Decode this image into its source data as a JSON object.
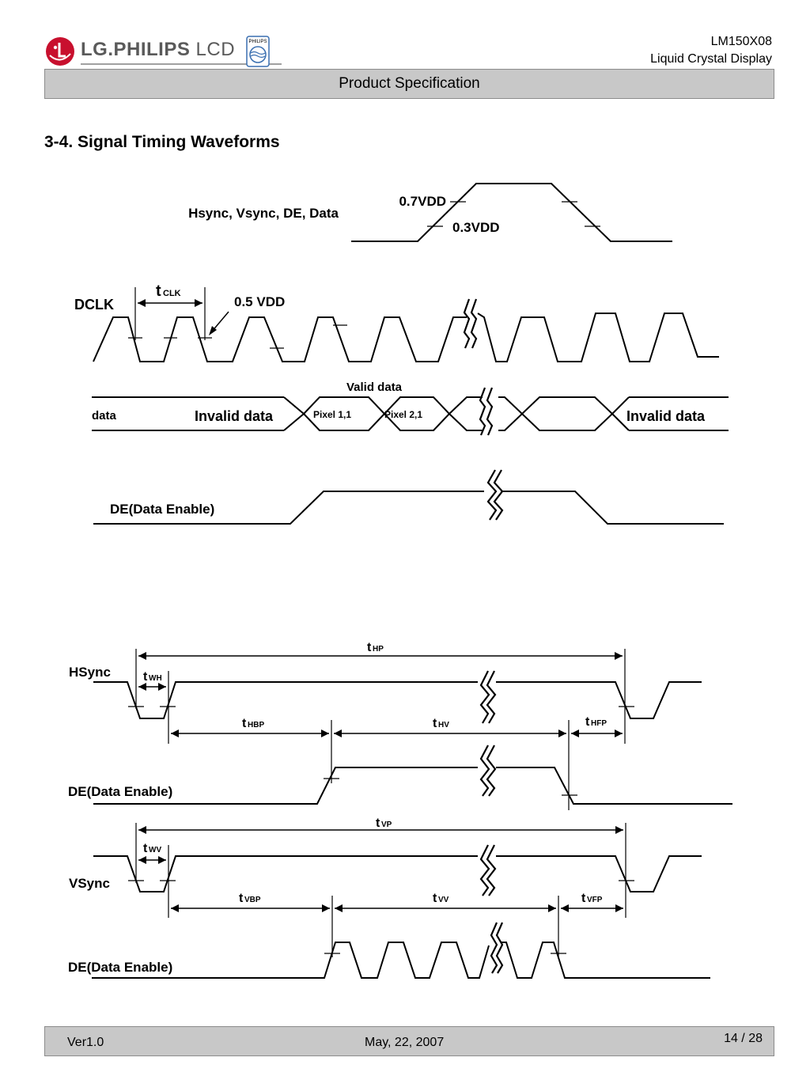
{
  "header": {
    "brand": "LG.PHILIPS LCD",
    "brand_bold": "LG.PHILIPS",
    "brand_light": "LCD",
    "partner_badge": "PHILIPS",
    "model": "LM150X08",
    "product_type": "Liquid Crystal Display",
    "doc_title": "Product Specification"
  },
  "section_title": "3-4. Signal Timing Waveforms",
  "diagram": {
    "level_signal_label": "Hsync, Vsync, DE, Data",
    "vdd_high": "0.7VDD",
    "vdd_low": "0.3VDD",
    "dclk_label": "DCLK",
    "tclk_t": "t",
    "tclk_sub": "CLK",
    "half_vdd": "0.5 VDD",
    "valid_data": "Valid data",
    "data_label": "data",
    "invalid_left": "Invalid data",
    "invalid_right": "Invalid data",
    "pixel_1": "Pixel  1,1",
    "pixel_2": "Pixel  2,1",
    "de_label_1": "DE(Data Enable)",
    "hsync_label": "HSync",
    "de_label_2": "DE(Data Enable)",
    "vsync_label": "VSync",
    "de_label_3": "DE(Data Enable)",
    "timing_t": "t",
    "thp": "HP",
    "twh": "WH",
    "thbp": "HBP",
    "thv": "HV",
    "thfp": "HFP",
    "tvp": "VP",
    "twv": "WV",
    "tvbp": "VBP",
    "tvv": "VV",
    "tvfp": "VFP"
  },
  "footer": {
    "version": "Ver1.0",
    "date": "May, 22, 2007",
    "page": "14 / 28"
  },
  "colors": {
    "logo_red": "#c8102e",
    "bar_gray": "#c8c8c8",
    "bar_border": "#8c8c8c",
    "logo_text": "#5a5a5a",
    "badge_blue": "#3a6fb0"
  }
}
